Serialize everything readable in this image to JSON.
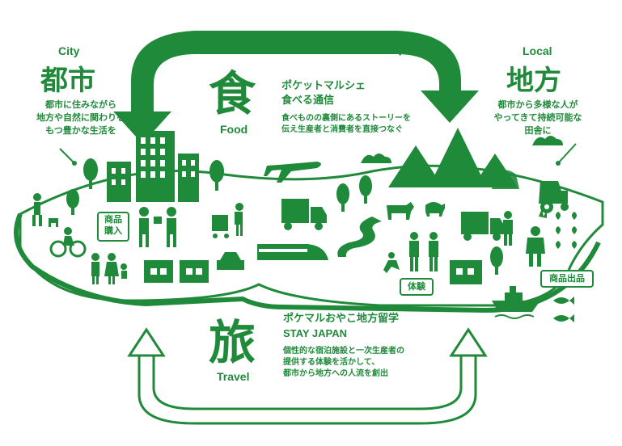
{
  "city": {
    "en": "City",
    "title": "都市",
    "desc": [
      "都市に住みながら",
      "地方や自然に関わりを",
      "もつ豊かな生活を"
    ]
  },
  "local": {
    "en": "Local",
    "title": "地方",
    "desc": [
      "都市から多様な人が",
      "やってきて持続可能な",
      "田舎に"
    ]
  },
  "food": {
    "kanji": "食",
    "en": "Food",
    "title1": "ポケットマルシェ",
    "title2": "食べる通信",
    "desc": [
      "食べものの裏側にあるストーリーを",
      "伝え生産者と消費者を直接つなぐ"
    ]
  },
  "travel": {
    "kanji": "旅",
    "en": "Travel",
    "title1": "ポケマルおやこ地方留学",
    "title2": "STAY JAPAN",
    "desc": [
      "個性的な宿泊施設と一次生産者の",
      "提供する体験を活かして、",
      "都市から地方への人流を創出"
    ]
  },
  "labels": {
    "purchase": [
      "商品",
      "購入"
    ],
    "experience": "体験",
    "listing": "商品出品"
  },
  "colors": {
    "green": "#1f8a3a"
  }
}
